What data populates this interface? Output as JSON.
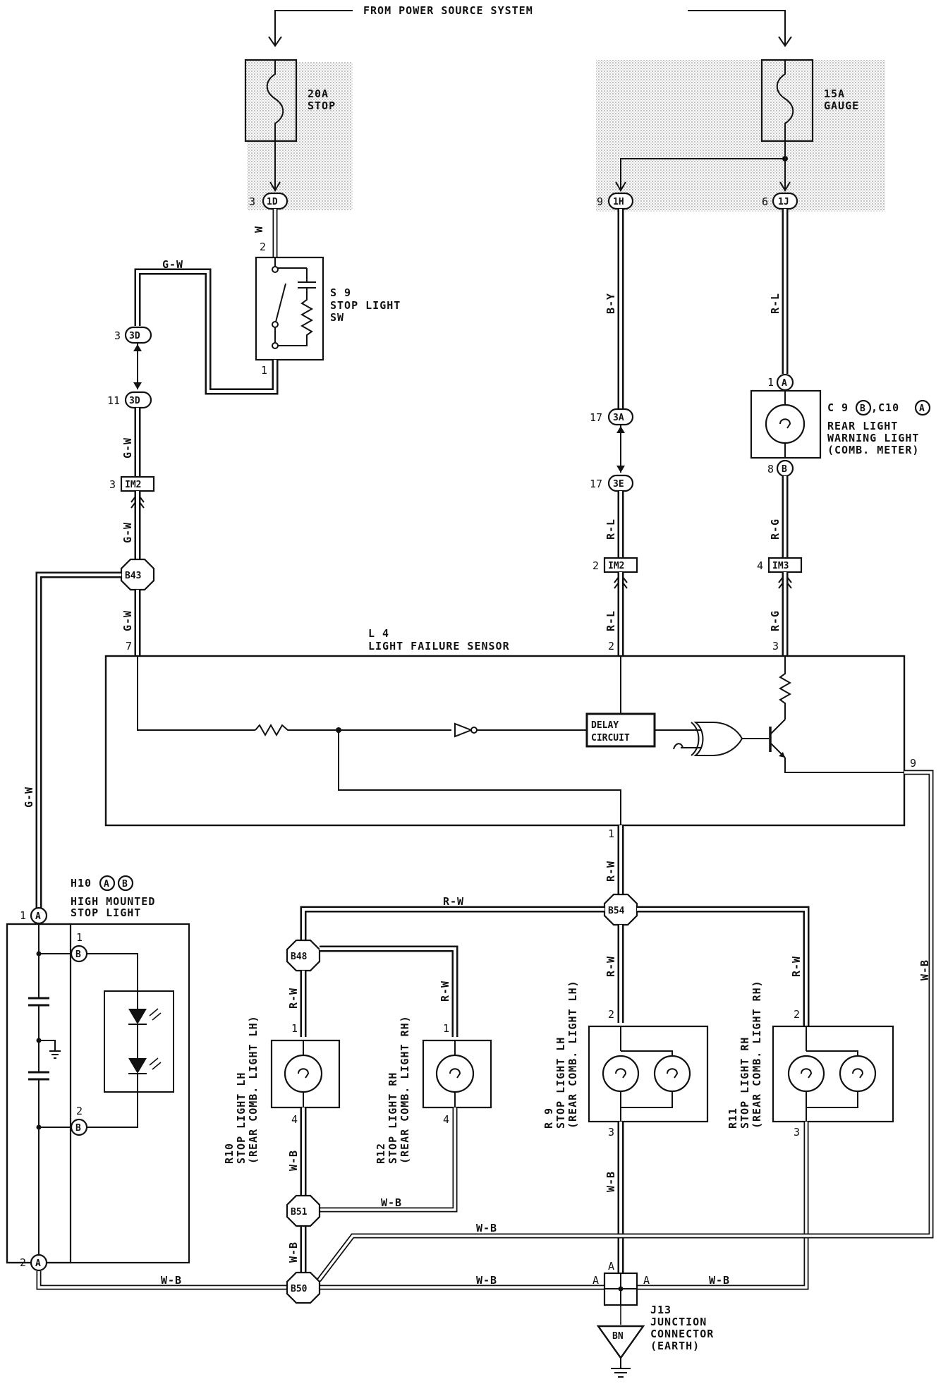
{
  "header": {
    "power_source": "FROM POWER SOURCE SYSTEM"
  },
  "fuses": [
    {
      "rating": "20A",
      "name": "STOP"
    },
    {
      "rating": "15A",
      "name": "GAUGE"
    }
  ],
  "connectors": {
    "c1D": "1D",
    "c3D": "3D",
    "c1H": "1H",
    "c1J": "1J",
    "c3A": "3A",
    "c3E": "3E",
    "cIM2": "IM2",
    "cIM3": "IM3",
    "cA": "A",
    "cB": "B",
    "jB43": "B43",
    "jB48": "B48",
    "jB50": "B50",
    "jB51": "B51",
    "jB54": "B54",
    "BN": "BN"
  },
  "pins": {
    "p3": "3",
    "p2": "2",
    "p1": "1",
    "p11": "11",
    "p9": "9",
    "p6": "6",
    "p17": "17",
    "p8": "8",
    "p4": "4",
    "p7": "7"
  },
  "wires": {
    "W": "W",
    "GW": "G-W",
    "BY": "B-Y",
    "RL": "R-L",
    "RG": "R-G",
    "RW": "R-W",
    "WB": "W-B"
  },
  "components": {
    "s9_id": "S 9",
    "s9_name1": "STOP LIGHT",
    "s9_name2": "SW",
    "c9_id1": "C 9",
    "c9_sep": ",C10",
    "c9_name1": "REAR LIGHT",
    "c9_name2": "WARNING LIGHT",
    "c9_name3": "(COMB. METER)",
    "l4_id": "L 4",
    "l4_name": "LIGHT FAILURE SENSOR",
    "delay1": "DELAY",
    "delay2": "CIRCUIT",
    "h10_id": "H10",
    "h10_name1": "HIGH MOUNTED",
    "h10_name2": "STOP LIGHT",
    "r10_1": "R10",
    "r10_2": "STOP LIGHT LH",
    "r10_3": "(REAR COMB. LIGHT LH)",
    "r12_1": "R12",
    "r12_2": "STOP LIGHT RH",
    "r12_3": "(REAR COMB. LIGHT RH)",
    "r9_1": "R 9",
    "r9_2": "STOP LIGHT LH",
    "r9_3": "(REAR COMB. LIGHT LH)",
    "r11_1": "R11",
    "r11_2": "STOP LIGHT RH",
    "r11_3": "(REAR COMB. LIGHT RH)",
    "j13_1": "J13",
    "j13_2": "JUNCTION",
    "j13_3": "CONNECTOR",
    "j13_4": "(EARTH)"
  },
  "colors": {
    "ink": "#111111",
    "shade": "#d8d8d8"
  }
}
